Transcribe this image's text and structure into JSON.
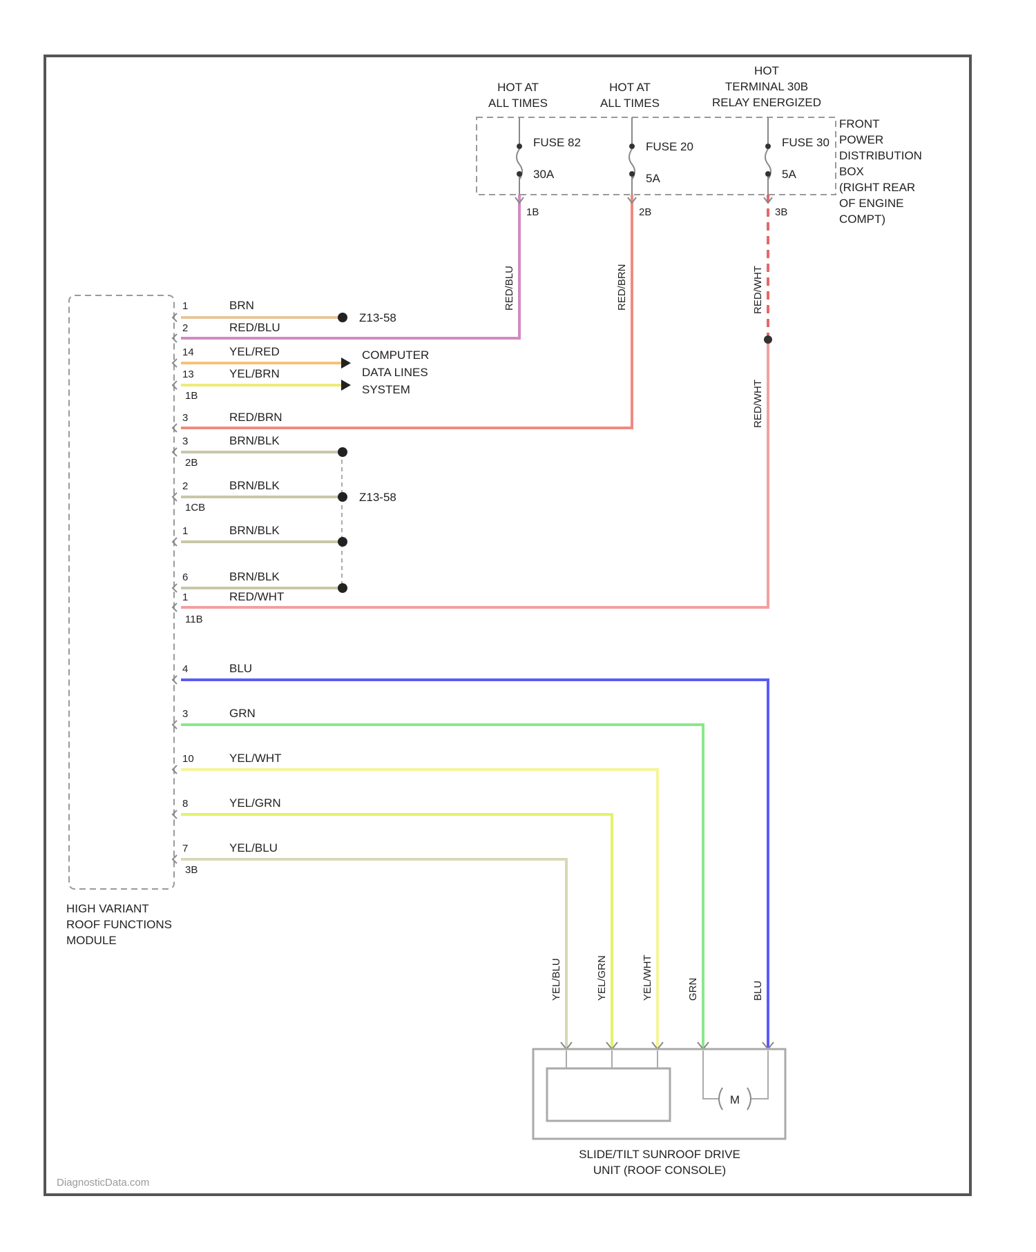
{
  "watermark": "DiagnosticData.com",
  "power_sources": [
    {
      "line1": "HOT AT",
      "line2": "ALL TIMES",
      "line3": ""
    },
    {
      "line1": "HOT AT",
      "line2": "ALL TIMES",
      "line3": ""
    },
    {
      "line1": "HOT",
      "line2": "TERMINAL 30B",
      "line3": "RELAY ENERGIZED"
    }
  ],
  "fuses": [
    {
      "name": "FUSE 82",
      "rating": "30A"
    },
    {
      "name": "FUSE 20",
      "rating": "5A"
    },
    {
      "name": "FUSE 30",
      "rating": "5A"
    }
  ],
  "fuse_box": {
    "lines": [
      "FRONT",
      "POWER",
      "DISTRIBUTION",
      "BOX",
      "(RIGHT REAR",
      "OF ENGINE",
      "COMPT)"
    ]
  },
  "riser_wire_labels": [
    "RED/BLU",
    "RED/BRN",
    "RED/WHT",
    "RED/WHT"
  ],
  "module": {
    "label_lines": [
      "HIGH VARIANT",
      "ROOF FUNCTIONS",
      "MODULE"
    ],
    "wires": [
      {
        "pin": "1",
        "label": "BRN",
        "color": "#e8c69a"
      },
      {
        "pin": "2",
        "label": "RED/BLU",
        "color": "#d18ac2"
      },
      {
        "pin": "14",
        "label": "YEL/RED",
        "color": "#f5c27a"
      },
      {
        "pin": "13",
        "label": "YEL/BRN",
        "color": "#ecec7a"
      },
      {
        "pin": "3",
        "label": "RED/BRN",
        "color": "#f08a80"
      },
      {
        "pin": "3",
        "label": "BRN/BLK",
        "color": "#c8c8a8"
      },
      {
        "pin": "2",
        "label": "BRN/BLK",
        "color": "#c8c8a8"
      },
      {
        "pin": "1",
        "label": "BRN/BLK",
        "color": "#c8c8a8"
      },
      {
        "pin": "6",
        "label": "BRN/BLK",
        "color": "#c8c8a8"
      },
      {
        "pin": "1",
        "label": "RED/WHT",
        "color": "#f2a0a0"
      },
      {
        "pin": "4",
        "label": "BLU",
        "color": "#5b5bf5"
      },
      {
        "pin": "3",
        "label": "GRN",
        "color": "#8ae88a"
      },
      {
        "pin": "10",
        "label": "YEL/WHT",
        "color": "#f5f59a"
      },
      {
        "pin": "8",
        "label": "YEL/GRN",
        "color": "#e2f26a"
      },
      {
        "pin": "7",
        "label": "YEL/BLU",
        "color": "#d8d8b8"
      }
    ],
    "connector_ids": [
      "1B",
      "2B",
      "1CB",
      "11B",
      "3B"
    ]
  },
  "refs": {
    "ground_1": "Z13-58",
    "ground_2": "Z13-58",
    "data_lines": [
      "COMPUTER",
      "DATA LINES",
      "SYSTEM"
    ]
  },
  "sunroof": {
    "wire_labels": [
      "YEL/BLU",
      "YEL/GRN",
      "YEL/WHT",
      "GRN",
      "BLU"
    ],
    "motor": "M",
    "label_lines": [
      "SLIDE/TILT SUNROOF DRIVE",
      "UNIT (ROOF CONSOLE)"
    ]
  }
}
